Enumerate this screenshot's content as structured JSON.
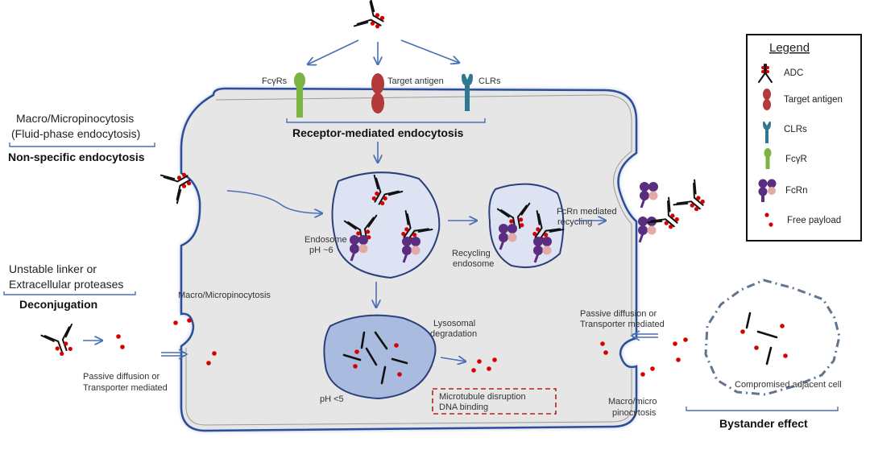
{
  "diagram": {
    "title": "ADC cellular uptake, processing and payload release",
    "receptors": {
      "fcgr_label": "FcγRs",
      "target_label": "Target antigen",
      "clr_label": "CLRs",
      "group_label": "Receptor-mediated endocytosis"
    },
    "nonspecific": {
      "line1": "Macro/Micropinocytosis",
      "line2": "(Fluid-phase endocytosis)",
      "group_label": "Non-specific endocytosis"
    },
    "deconjugation": {
      "line1": "Unstable linker or",
      "line2": "Extracellular proteases",
      "group_label": "Deconjugation"
    },
    "left_entry": {
      "macro_label": "Macro/Micropinocytosis",
      "passive_line1": "Passive diffusion or",
      "passive_line2": "Transporter mediated"
    },
    "endosome": {
      "line1": "Endosome",
      "line2": "pH ~6"
    },
    "recycling_endosome": {
      "line1": "Recycling",
      "line2": "endosome"
    },
    "fcrn_recycling": {
      "line1": "FcRn mediated",
      "line2": "recycling"
    },
    "lysosome": {
      "degradation_line1": "Lysosomal",
      "degradation_line2": "degradation",
      "ph_label": "pH <5"
    },
    "mechanism_box": {
      "line1": "Microtubule disruption",
      "line2": "DNA binding"
    },
    "right_exit": {
      "passive_line1": "Passive diffusion or",
      "passive_line2": "Transporter mediated",
      "macro_line1": "Macro/micro",
      "macro_line2": "pinocytosis"
    },
    "bystander": {
      "cell_label": "Compromised  adjacent cell",
      "group_label": "Bystander effect"
    },
    "legend": {
      "title": "Legend",
      "items": [
        {
          "icon": "adc-icon",
          "label": "ADC"
        },
        {
          "icon": "target-antigen-icon",
          "label": "Target antigen"
        },
        {
          "icon": "clr-icon",
          "label": "CLRs"
        },
        {
          "icon": "fcgr-icon",
          "label": "FcγR"
        },
        {
          "icon": "fcrn-icon",
          "label": "FcRn"
        },
        {
          "icon": "free-payload-icon",
          "label": "Free payload"
        }
      ]
    },
    "colors": {
      "membrane": "#3a5fb0",
      "cytoplasm": "#e4e4e4",
      "endosome_fill": "#dde3f2",
      "lysosome_fill": "#a9bce0",
      "arrow": "#4a6fb5",
      "payload": "#d50000",
      "fcgr": "#7cb342",
      "target_antigen": "#b23a3a",
      "clr": "#2e7891",
      "fcrn": "#5b2d80",
      "fcrn_accent": "#e4aaa8",
      "mechanism_border": "#b22222"
    }
  }
}
